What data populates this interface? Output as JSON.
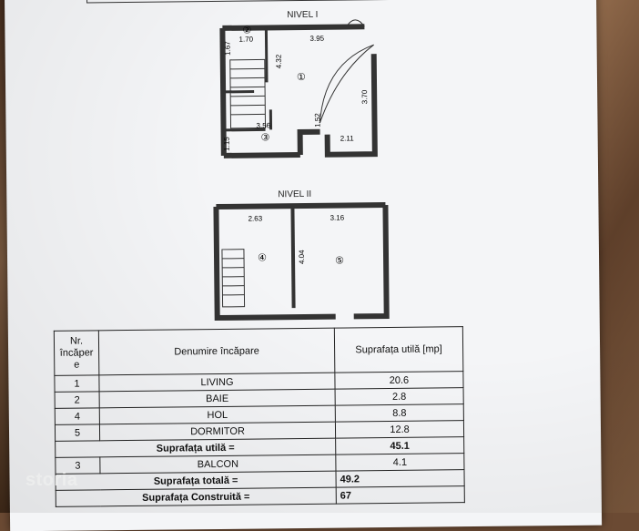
{
  "plan": {
    "level1_title": "NIVEL I",
    "level2_title": "NIVEL II",
    "dims_l1": [
      "1.70",
      "3.95",
      "1.67",
      "4.32",
      "3.70",
      "3.56",
      "1.52",
      "2.11",
      "1.15"
    ],
    "rooms_l1": [
      "①",
      "②",
      "③"
    ],
    "dims_l2": [
      "2.63",
      "3.16",
      "4.04"
    ],
    "rooms_l2": [
      "④",
      "⑤"
    ]
  },
  "table": {
    "header": {
      "nr": "Nr. încăper e",
      "name": "Denumire încăpare",
      "area": "Suprafața utilă [mp]"
    },
    "rows": [
      {
        "nr": "1",
        "name": "LIVING",
        "area": "20.6"
      },
      {
        "nr": "2",
        "name": "BAIE",
        "area": "2.8"
      },
      {
        "nr": "4",
        "name": "HOL",
        "area": "8.8"
      },
      {
        "nr": "5",
        "name": "DORMITOR",
        "area": "12.8"
      }
    ],
    "useful_label": "Suprafața utilă =",
    "useful_value": "45.1",
    "balcony": {
      "nr": "3",
      "name": "BALCON",
      "area": "4.1"
    },
    "total_label": "Suprafața totală =",
    "total_value": "49.2",
    "built_label": "Suprafața Construită =",
    "built_value": "67"
  },
  "watermark": "storia"
}
